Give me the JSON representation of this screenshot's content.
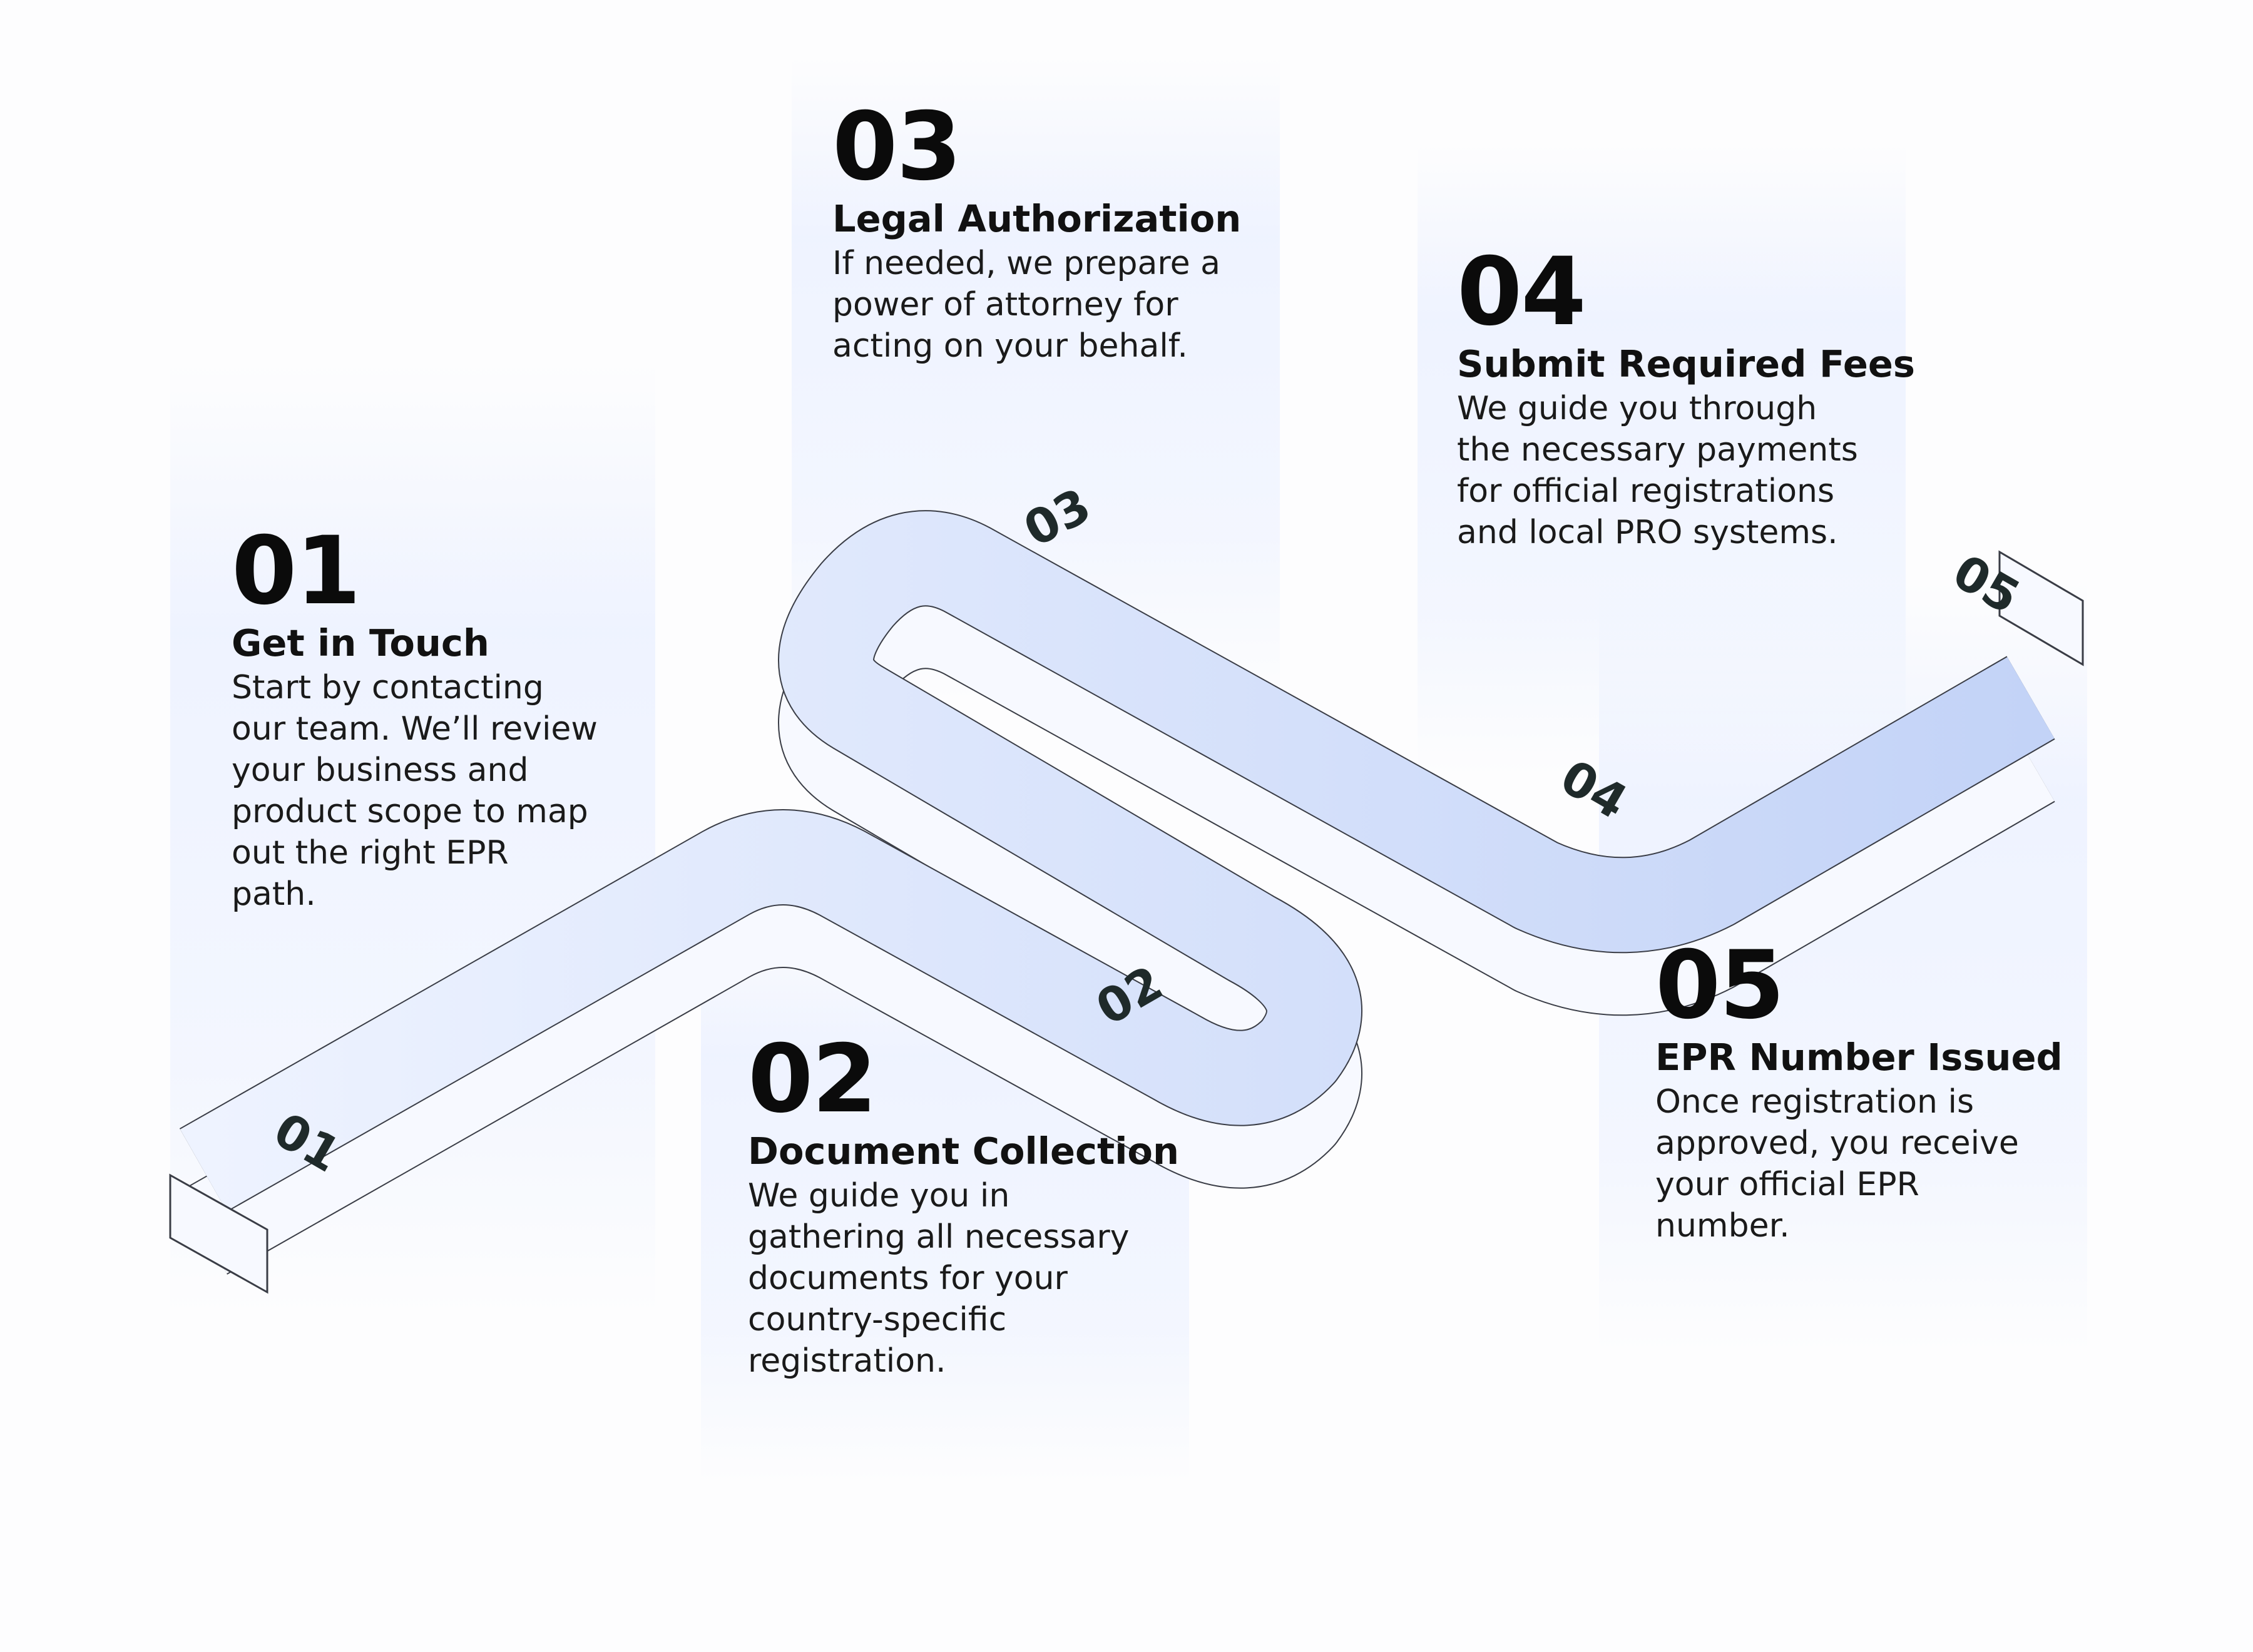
{
  "colors": {
    "ribbon_top_start": "#eef3ff",
    "ribbon_top_end": "#c3d3f7",
    "ribbon_side": "#f7f9ff",
    "outline": "#3a3d46",
    "text": "#111111"
  },
  "steps": [
    {
      "num": "01",
      "title": "Get in Touch",
      "lines": [
        "Start by contacting",
        "our team. We’ll review",
        "your business and",
        "product scope to map",
        "out the right EPR",
        "path."
      ]
    },
    {
      "num": "02",
      "title": "Document Collection",
      "lines": [
        "We guide you in",
        "gathering all necessary",
        "documents for your",
        "country-specific",
        "registration."
      ]
    },
    {
      "num": "03",
      "title": "Legal Authorization",
      "lines": [
        "If needed, we prepare a",
        "power of attorney for",
        "acting on your behalf."
      ]
    },
    {
      "num": "04",
      "title": "Submit Required Fees",
      "lines": [
        "We guide you through",
        "the necessary payments",
        "for official registrations",
        "and local PRO systems."
      ]
    },
    {
      "num": "05",
      "title": "EPR Number Issued",
      "lines": [
        "Once registration is",
        "approved, you receive",
        "your official EPR",
        "number."
      ]
    }
  ],
  "path_markers": [
    "01",
    "02",
    "03",
    "04",
    "05"
  ]
}
